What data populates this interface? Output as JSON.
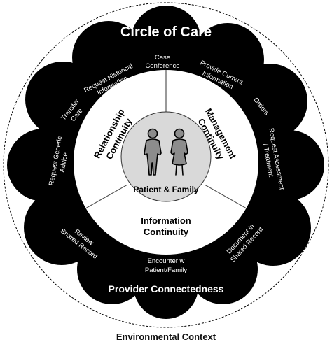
{
  "title": "Circle of Care",
  "outer_caption": "Environmental Context",
  "bottom_caption": "Provider Connectedness",
  "center_label": "Patient & Family",
  "continuity_sectors": [
    {
      "lines": [
        "Relationship",
        "Continuity"
      ]
    },
    {
      "lines": [
        "Management",
        "Continuity"
      ]
    },
    {
      "lines": [
        "Information",
        "Continuity"
      ]
    }
  ],
  "activities": [
    {
      "lines": [
        "Case",
        "Conference"
      ]
    },
    {
      "lines": [
        "Request Historical",
        "Information"
      ]
    },
    {
      "lines": [
        "Provide Current",
        "Information"
      ]
    },
    {
      "lines": [
        "Transfer",
        "Care"
      ]
    },
    {
      "lines": [
        "Orders"
      ]
    },
    {
      "lines": [
        "Request Generic",
        "Advice"
      ]
    },
    {
      "lines": [
        "Request Assessment",
        "/ Treatment"
      ]
    },
    {
      "lines": [
        "Review",
        "Shared Record"
      ]
    },
    {
      "lines": [
        "Document in",
        "Shared Record"
      ]
    },
    {
      "lines": [
        "Encounter w",
        "Patient/Family"
      ]
    }
  ],
  "colors": {
    "cloud": "#000000",
    "ring": "#ffffff",
    "center_fill": "#d9d9d9",
    "figure_fill": "#8c8c8c",
    "text_light": "#ffffff",
    "text_dark": "#000000"
  },
  "icons": [
    "person-male-icon",
    "person-female-icon"
  ]
}
